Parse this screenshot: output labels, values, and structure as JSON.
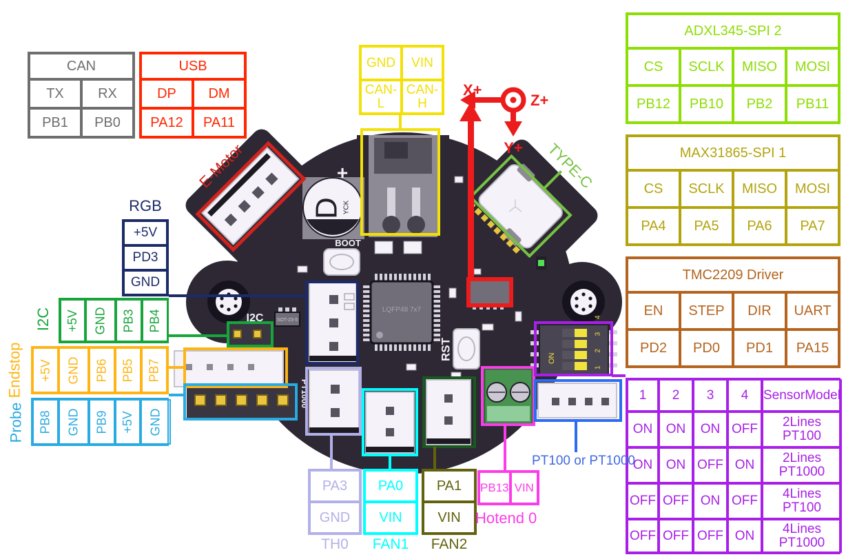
{
  "colors": {
    "can": "#6e6e6e",
    "usb": "#ff2600",
    "can_power": "#f2e006",
    "adxl345": "#8dde04",
    "max31865": "#b3a40e",
    "tmc2209": "#b4641e",
    "sensor_model": "#a820e8",
    "rgb": "#1b2a69",
    "i2c": "#17a53b",
    "endstop": "#fdb515",
    "probe": "#29aae1",
    "th0": "#b2b0e8",
    "fan1": "#00ffff",
    "fan2": "#62620e",
    "hotend": "#fb3ce8",
    "pt100": "#4169e1",
    "pt100_box": "#2c6cf2",
    "axes": "#ed1c1c",
    "e_motor": "#d2231c",
    "type_c": "#77c143"
  },
  "tables": {
    "can": {
      "title": "CAN",
      "rows": [
        [
          "TX",
          "RX"
        ],
        [
          "PB1",
          "PB0"
        ]
      ]
    },
    "usb": {
      "title": "USB",
      "rows": [
        [
          "DP",
          "DM"
        ],
        [
          "PA12",
          "PA11"
        ]
      ]
    },
    "can_power": {
      "rows": [
        [
          "GND",
          "VIN"
        ],
        [
          "CAN-L",
          "CAN-H"
        ]
      ]
    },
    "adxl345": {
      "title": "ADXL345-SPI 2",
      "signals": [
        "CS",
        "SCLK",
        "MISO",
        "MOSI"
      ],
      "pins": [
        "PB12",
        "PB10",
        "PB2",
        "PB11"
      ]
    },
    "max31865": {
      "title": "MAX31865-SPI 1",
      "signals": [
        "CS",
        "SCLK",
        "MISO",
        "MOSI"
      ],
      "pins": [
        "PA4",
        "PA5",
        "PA6",
        "PA7"
      ]
    },
    "tmc2209": {
      "title": "TMC2209 Driver",
      "signals": [
        "EN",
        "STEP",
        "DIR",
        "UART"
      ],
      "pins": [
        "PD2",
        "PD0",
        "PD1",
        "PA15"
      ]
    },
    "sensor_model": {
      "header": [
        "1",
        "2",
        "3",
        "4",
        "SensorModel"
      ],
      "rows": [
        [
          "ON",
          "ON",
          "ON",
          "OFF",
          "2Lines PT100"
        ],
        [
          "ON",
          "ON",
          "OFF",
          "ON",
          "2Lines PT1000"
        ],
        [
          "OFF",
          "OFF",
          "ON",
          "OFF",
          "4Lines PT100"
        ],
        [
          "OFF",
          "OFF",
          "OFF",
          "ON",
          "4Lines PT1000"
        ]
      ]
    },
    "rgb": {
      "label": "RGB",
      "pins": [
        "+5V",
        "PD3",
        "GND"
      ]
    },
    "i2c": {
      "label": "I2C",
      "pins": [
        "+5V",
        "GND",
        "PB3",
        "PB4"
      ]
    },
    "endstop": {
      "label": "Endstop",
      "pins": [
        "+5V",
        "GND",
        "PB6",
        "PB5",
        "PB7"
      ]
    },
    "probe": {
      "label": "Probe",
      "pins": [
        "PB8",
        "GND",
        "PB9",
        "+5V",
        "GND"
      ]
    },
    "th0": {
      "label": "TH0",
      "pins": [
        "PA3",
        "GND"
      ]
    },
    "fan1": {
      "label": "FAN1",
      "pins": [
        "PA0",
        "VIN"
      ]
    },
    "fan2": {
      "label": "FAN2",
      "pins": [
        "PA1",
        "VIN"
      ]
    },
    "hotend": {
      "label": "Hotend 0",
      "pins": [
        "PB13",
        "VIN"
      ]
    }
  },
  "labels": {
    "e_motor": "E-Motor",
    "type_c": "TYPE-C",
    "pt100": "PT100 or PT1000",
    "axis_x": "X+",
    "axis_y": "Y+",
    "axis_z": "Z+"
  },
  "board": {
    "boot": "BOOT",
    "rst": "RST",
    "i2c_silk": "I2C",
    "pt1000_silk": "PT1000",
    "mcu": "LQFP48 7x7",
    "sot": "SOT-23-5",
    "dip_on": "ON",
    "dip_numbers": "1 2 3 4",
    "cap_letter": "D",
    "cap_code": "YCK",
    "plus_silk": "+"
  }
}
